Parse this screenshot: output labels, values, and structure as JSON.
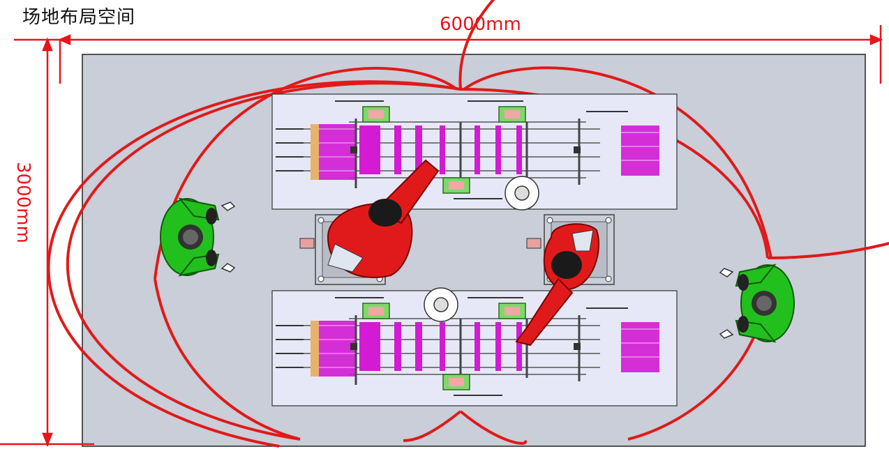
{
  "title": "场地布局空间",
  "dimensions": {
    "width_label": "6000mm",
    "height_label": "3000mm"
  },
  "colors": {
    "dimension": "#e8141a",
    "floor": "#c9ced8",
    "table": "#e6e8f7",
    "robot": "#e01a1a",
    "operator": "#22c01c",
    "fixture": "#d21bd2",
    "clamp": "#7fd86a"
  },
  "elements": {
    "tables": 2,
    "robots": 2,
    "operators": 2
  }
}
